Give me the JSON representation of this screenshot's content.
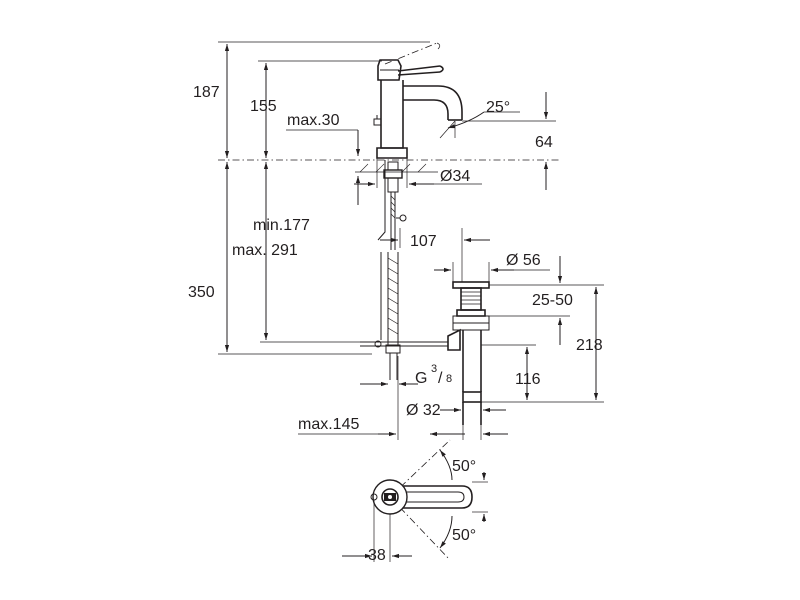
{
  "dimensions": {
    "height_total": "187",
    "height_spout": "155",
    "max_30": "max.30",
    "spout_angle": "25°",
    "spout_height": "64",
    "base_diameter": "Ø34",
    "min_177": "min.177",
    "max_291": "max. 291",
    "reach_107": "107",
    "waste_diameter": "Ø 56",
    "length_350": "350",
    "range_25_50": "25-50",
    "height_218": "218",
    "thread_base": "G",
    "thread_num": "3",
    "thread_den": "8",
    "length_116": "116",
    "pipe_diameter": "Ø 32",
    "max_145": "max.145",
    "lever_angle_top": "50°",
    "lever_angle_bottom": "50°",
    "offset_38": "38"
  }
}
